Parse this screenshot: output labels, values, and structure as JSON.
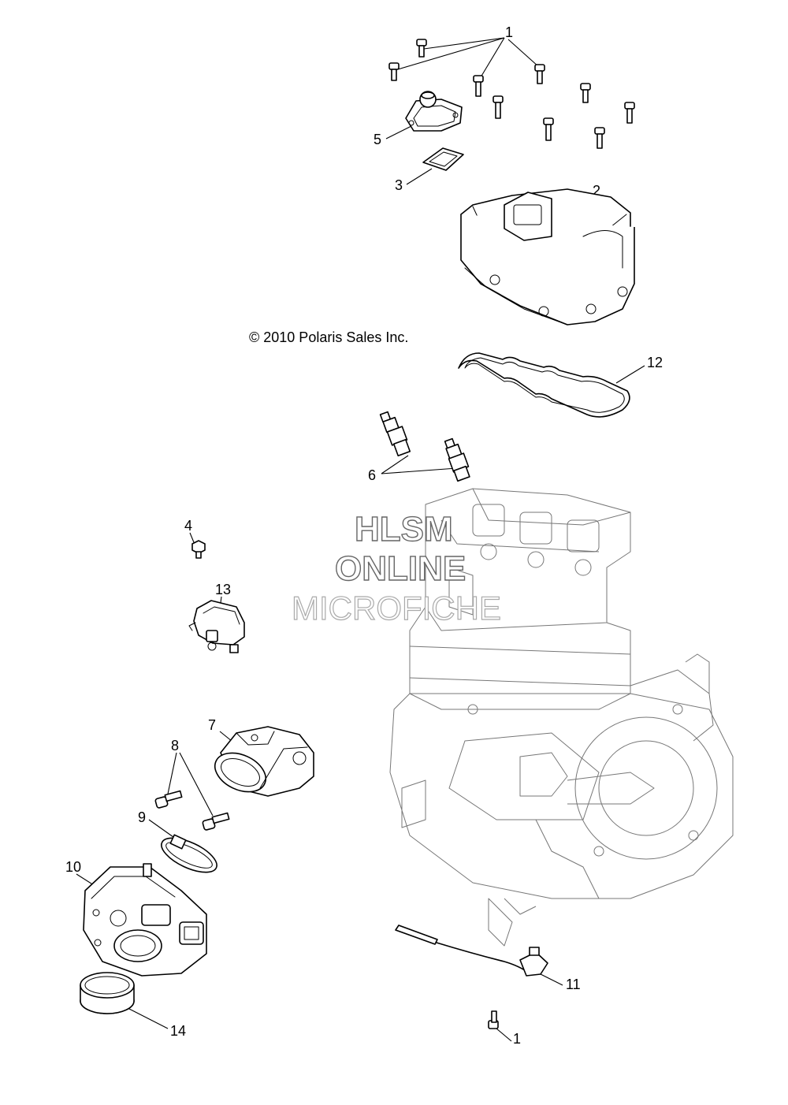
{
  "copyright": "© 2010 Polaris Sales Inc.",
  "watermark": {
    "line1": "HLSM",
    "line2": "ONLINE",
    "line3": "MICROFICHE"
  },
  "callouts": {
    "c1_top": "1",
    "c2": "2",
    "c3": "3",
    "c4": "4",
    "c5": "5",
    "c6": "6",
    "c7": "7",
    "c8": "8",
    "c9": "9",
    "c10": "10",
    "c11": "11",
    "c12": "12",
    "c13": "13",
    "c14": "14",
    "c1_bottom": "1"
  }
}
